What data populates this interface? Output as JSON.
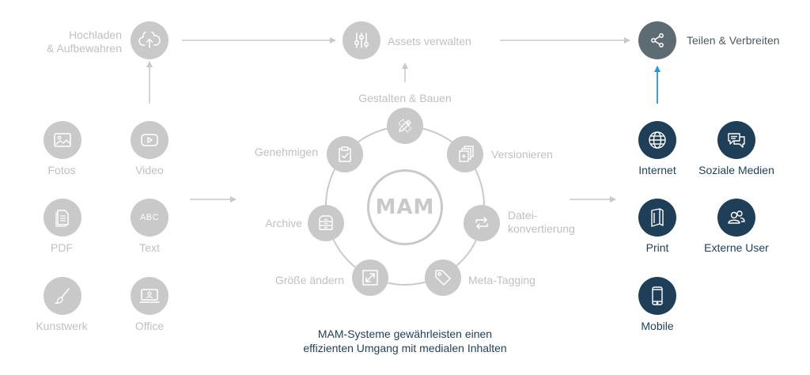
{
  "top": {
    "upload": "Hochladen\n& Aufbewahren",
    "manage": "Assets verwalten",
    "share": "Teilen & Verbreiten"
  },
  "sources": {
    "photos": "Fotos",
    "video": "Video",
    "pdf": "PDF",
    "text": "Text",
    "text_icon": "ABC",
    "artwork": "Kunstwerk",
    "office": "Office"
  },
  "cycle": {
    "center": "MAM",
    "design": "Gestalten & Bauen",
    "versions": "Versionieren",
    "conversion": "Datei-\nkonvertierung",
    "tagging": "Meta-Tagging",
    "resize": "Größe ändern",
    "archive": "Archive",
    "approve": "Genehmigen"
  },
  "channels": {
    "internet": "Internet",
    "social": "Soziale Medien",
    "print": "Print",
    "external": "Externe User",
    "mobile": "Mobile"
  },
  "caption": "MAM-Systeme gewährleisten einen\neffizienten Umgang mit medialen Inhalten",
  "colors": {
    "inactive": "#c9c9c9",
    "active": "#1e3f57",
    "share": "#5d6b73",
    "arrow_blue": "#2a96d6"
  }
}
